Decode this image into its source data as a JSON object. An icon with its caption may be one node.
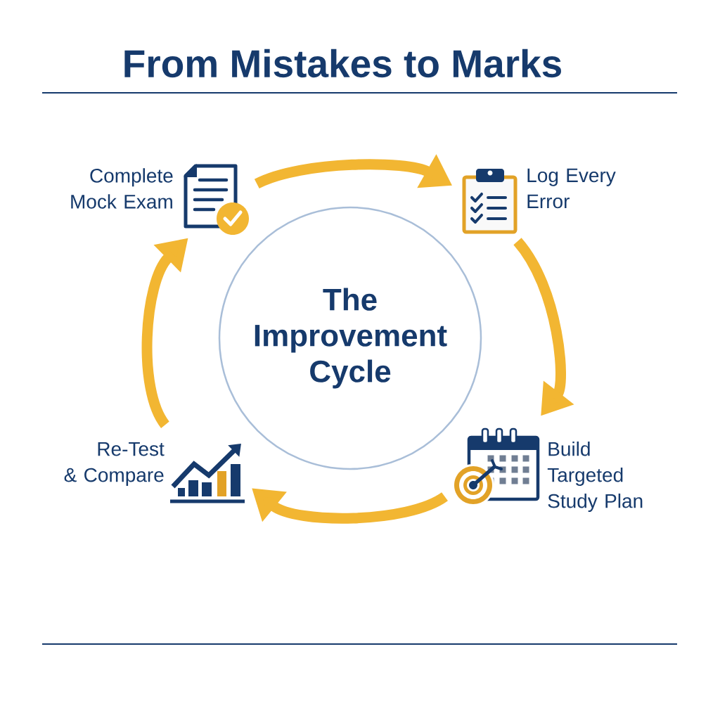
{
  "diagram": {
    "title": "From Mistakes to Marks",
    "nodes": [
      {
        "text": [
          "Complete Mock Exam"
        ]
      },
      {
        "text": [
          "Log Every Error"
        ]
      },
      {
        "text": [
          "The Improvement Cycle"
        ]
      },
      {
        "text": [
          "Re-Test & Compare"
        ]
      },
      {
        "text": [
          "Build Targeted Study Plan"
        ]
      }
    ],
    "edges": [
      {
        "from": 0,
        "to": 1,
        "arrow": "to"
      },
      {
        "from": 1,
        "to": 4,
        "arrow": "to"
      },
      {
        "from": 4,
        "to": 3,
        "arrow": "to"
      },
      {
        "from": 3,
        "to": 0,
        "arrow": "to"
      }
    ]
  }
}
